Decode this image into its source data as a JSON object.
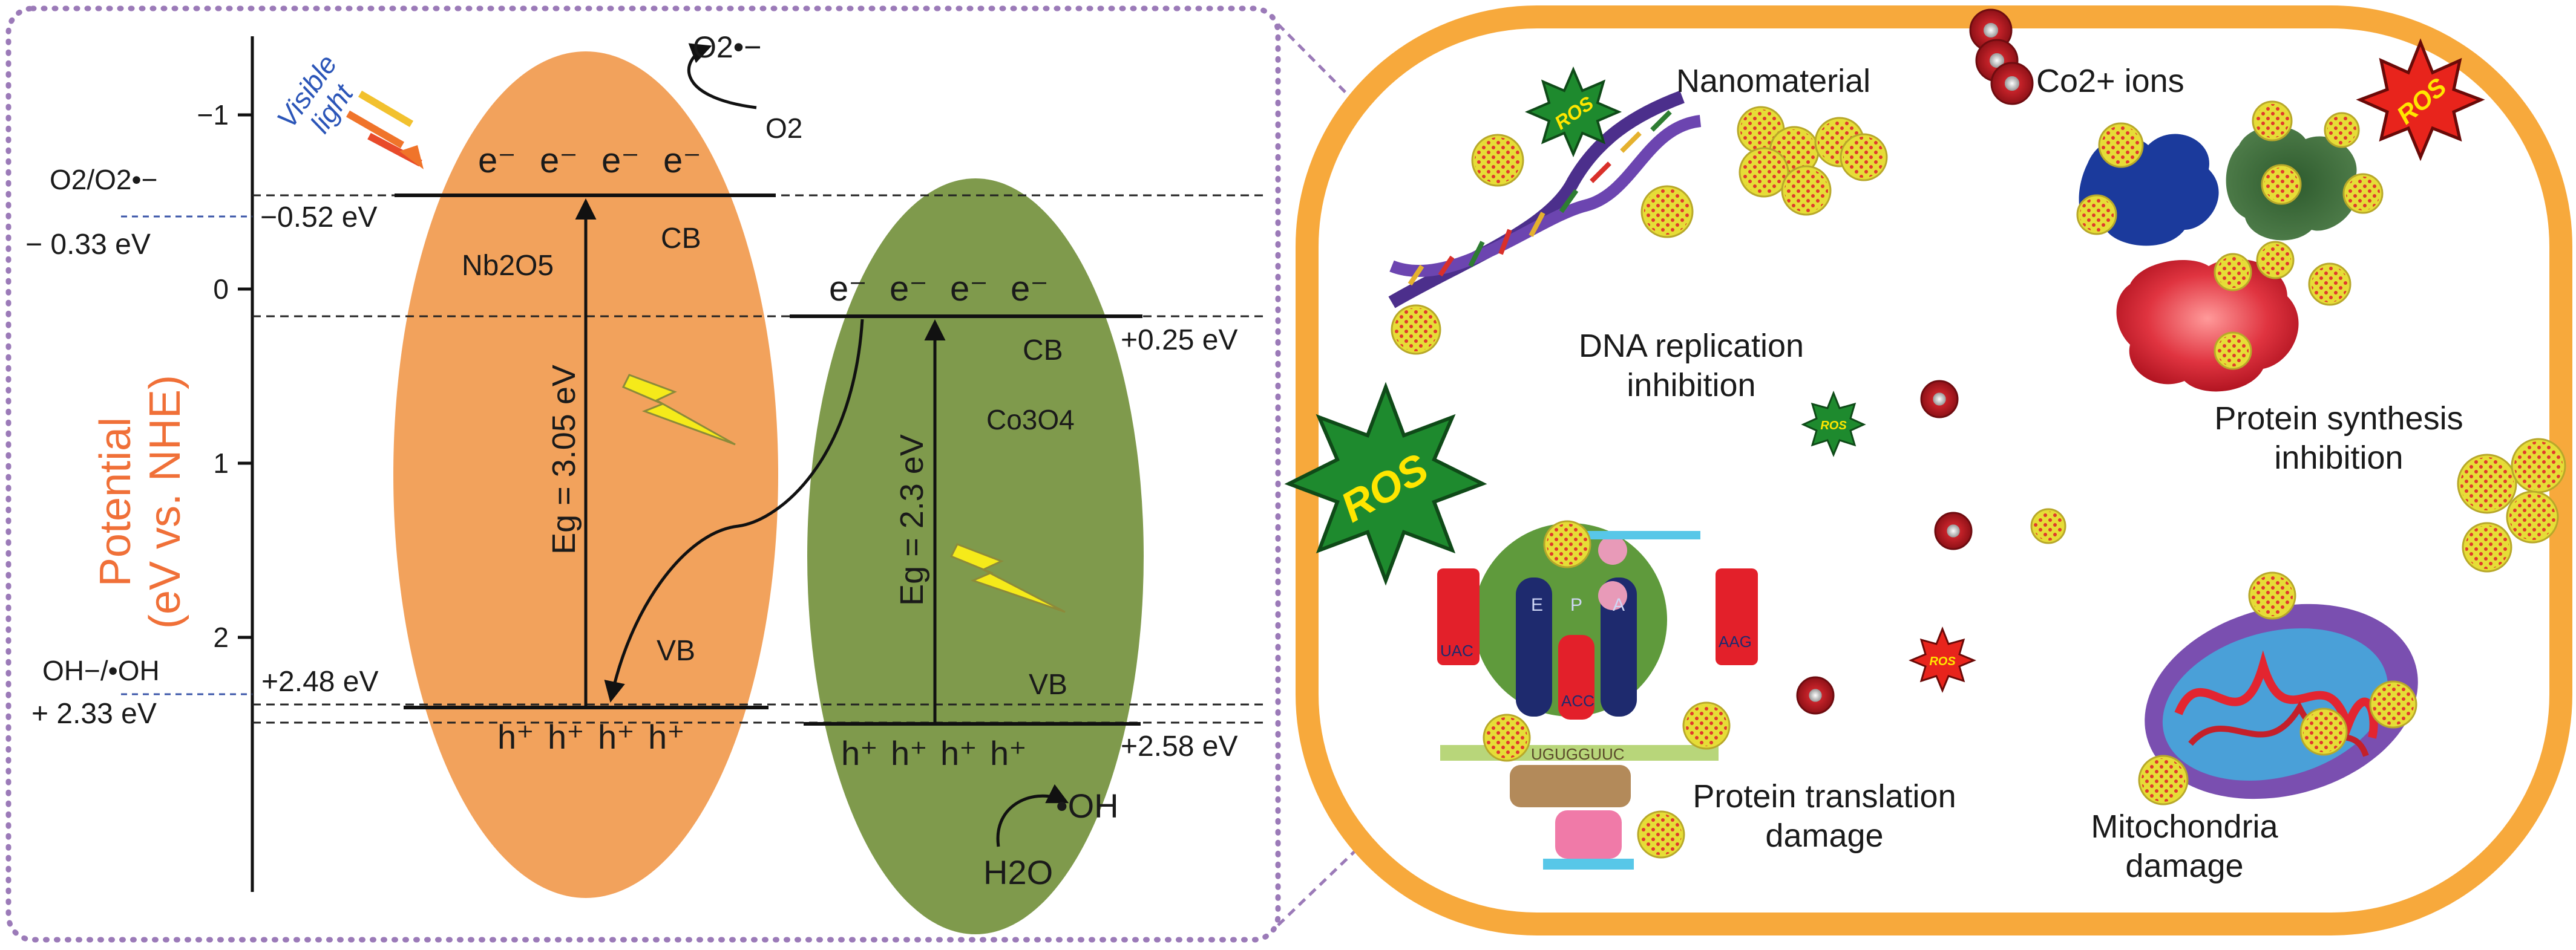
{
  "colors": {
    "frame": "#9b7ab8",
    "nb_oval": "#f2a25c",
    "co_oval": "#7f9a4c",
    "potential": "#f07038",
    "light": "#2b55b8",
    "cell_wall": "#f7a93c",
    "ros_green": "#1e8a2e",
    "ros_red": "#e8241c",
    "ros_text": "#ffe600",
    "co_ion": "#c8232a",
    "nano": "#e6dd37",
    "nano_dots": "#e03a2c"
  },
  "axis": {
    "title_line1": "Potential",
    "title_line2": "(eV vs. NHE)",
    "ticks": [
      {
        "label": "−1",
        "value": -1
      },
      {
        "label": "0",
        "value": 0
      },
      {
        "label": "1",
        "value": 1
      },
      {
        "label": "2",
        "value": 2
      }
    ]
  },
  "left": {
    "visible_light_1": "Visible",
    "visible_light_2": "light",
    "o2_couple": "O2/O2•−",
    "o2_couple_value": "− 0.33 eV",
    "oh_couple": "OH−/•OH",
    "oh_couple_value": "+ 2.33 eV",
    "nb": {
      "name": "Nb2O5",
      "cb_label": "CB",
      "vb_label": "VB",
      "cb_value": "−0.52 eV",
      "vb_value": "+2.48 eV",
      "gap_label": "Eg = 3.05 eV",
      "electrons": [
        "e⁻",
        "e⁻",
        "e⁻",
        "e⁻"
      ],
      "holes": [
        "h⁺",
        "h⁺",
        "h⁺",
        "h⁺"
      ]
    },
    "co": {
      "name": "Co3O4",
      "cb_label": "CB",
      "vb_label": "VB",
      "cb_value": "+0.25 eV",
      "vb_value": "+2.58 eV",
      "gap_label": "Eg = 2.3 eV",
      "electrons": [
        "e⁻",
        "e⁻",
        "e⁻",
        "e⁻"
      ],
      "holes": [
        "h⁺",
        "h⁺",
        "h⁺",
        "h⁺"
      ]
    },
    "o2_reactant": "O2",
    "o2_product": "O2•−",
    "h2o_reactant": "H2O",
    "oh_product": "•OH"
  },
  "right": {
    "nanomaterial": "Nanomaterial",
    "co_ions": "Co2+ ions",
    "dna_1": "DNA replication",
    "dna_2": "inhibition",
    "protein_synth_1": "Protein synthesis",
    "protein_synth_2": "inhibition",
    "translation_1": "Protein translation",
    "translation_2": "damage",
    "mito_1": "Mitochondria",
    "mito_2": "damage",
    "ros": "ROS",
    "ribosome_sites": [
      "E",
      "P",
      "A"
    ],
    "codons": [
      "UAC",
      "AAG",
      "ACC"
    ],
    "mrna": "UGUGGUUC"
  }
}
